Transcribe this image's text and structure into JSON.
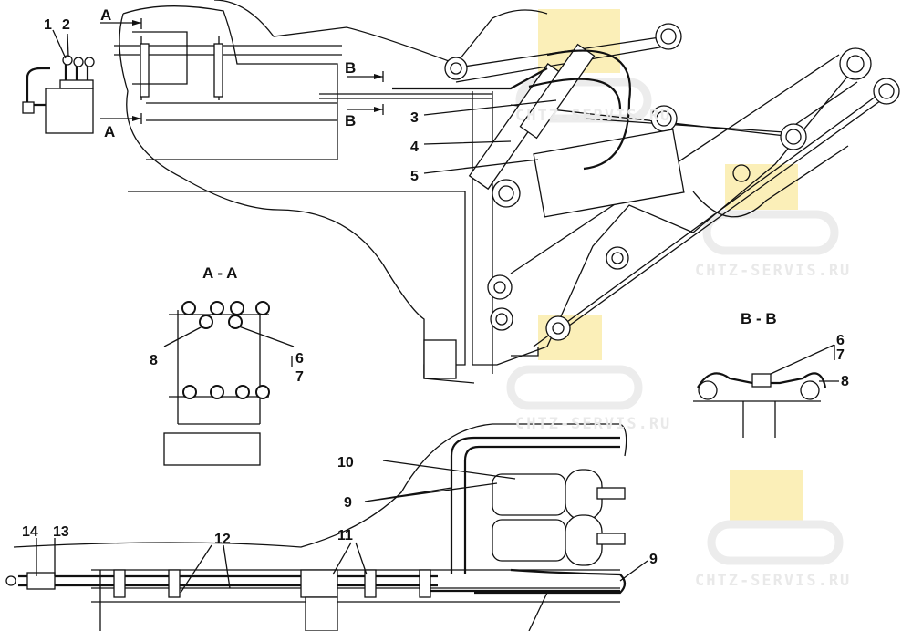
{
  "watermark": {
    "text": "CHTZ-SERVIS.RU"
  },
  "section_marks": {
    "a_top": "A",
    "a_bottom": "A",
    "b_top": "B",
    "b_bottom": "B"
  },
  "section_titles": {
    "aa": "A - A",
    "bb": "B - B"
  },
  "callouts": [
    "1",
    "2",
    "3",
    "4",
    "5",
    "6",
    "7",
    "8",
    "9",
    "10",
    "11",
    "12",
    "13",
    "14"
  ],
  "section_callouts": {
    "aa_8": "8",
    "aa_6": "6",
    "aa_7": "7",
    "bb_6": "6",
    "bb_7": "7",
    "bb_8": "8",
    "bottom_9": "9"
  }
}
